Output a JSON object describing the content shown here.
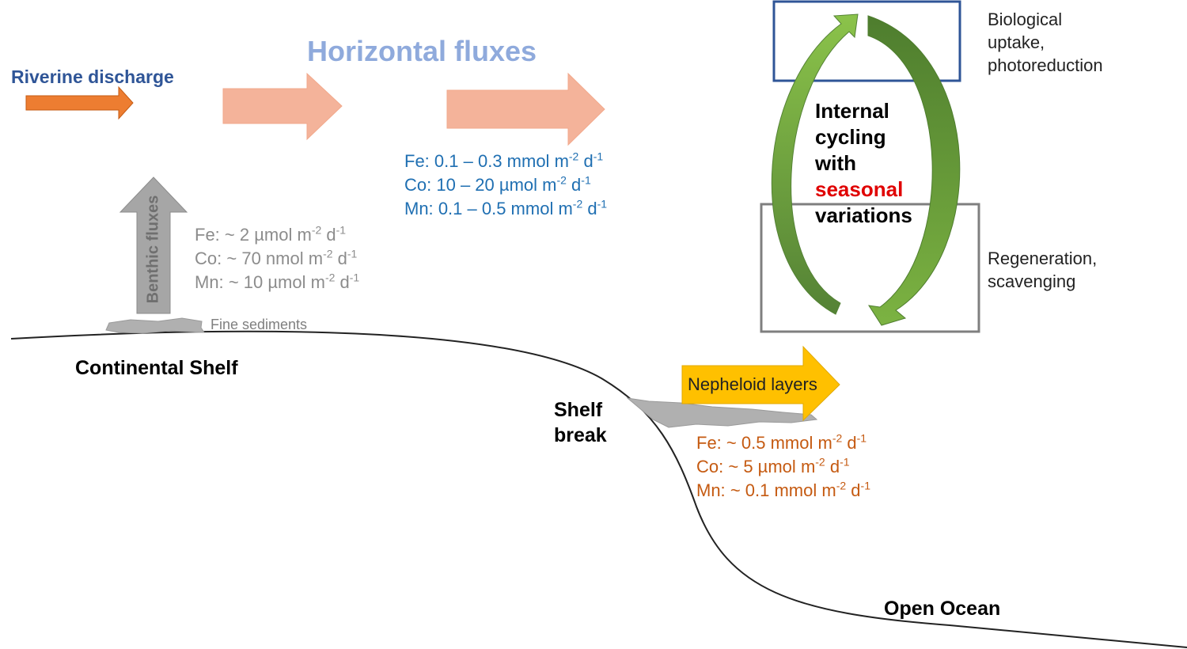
{
  "labels": {
    "riverine": "Riverine discharge",
    "horizontal": "Horizontal fluxes",
    "benthic": "Benthic fluxes",
    "fine_sediments": "Fine sediments",
    "continental_shelf": "Continental Shelf",
    "shelf_break_line1": "Shelf",
    "shelf_break_line2": "break",
    "open_ocean": "Open Ocean",
    "nepheloid": "Nepheloid layers",
    "bio_line1": "Biological",
    "bio_line2": "uptake,",
    "bio_line3": "photoreduction",
    "regen_line1": "Regeneration,",
    "regen_line2": "scavenging",
    "internal_line1": "Internal",
    "internal_line2": "cycling",
    "internal_line3": "with",
    "internal_line4": "seasonal",
    "internal_line5": "variations"
  },
  "fluxes": {
    "unit_area": "m",
    "unit_area_exp": "-2",
    "unit_time": "d",
    "unit_time_exp": "-1",
    "benthic": [
      {
        "element": "Fe:",
        "value": "~ 2 µmol"
      },
      {
        "element": "Co:",
        "value": "~ 70 nmol"
      },
      {
        "element": "Mn:",
        "value": "~ 10 µmol"
      }
    ],
    "horizontal": [
      {
        "element": "Fe:",
        "value": "0.1 – 0.3 mmol"
      },
      {
        "element": "Co:",
        "value": "10 – 20 µmol"
      },
      {
        "element": "Mn:",
        "value": "0.1 – 0.5 mmol"
      }
    ],
    "nepheloid": [
      {
        "element": "Fe:",
        "value": "~ 0.5 mmol"
      },
      {
        "element": "Co:",
        "value": "~ 5 µmol"
      },
      {
        "element": "Mn:",
        "value": "~ 0.1 mmol"
      }
    ]
  },
  "colors": {
    "riverine_arrow": "#ed7d31",
    "horizontal_arrow": "#f4b39a",
    "benthic_arrow": "#a6a6a6",
    "nepheloid_arrow": "#ffc000",
    "cycle_green_light": "#70ad47",
    "cycle_green_dark": "#548235",
    "top_box": "#2f5597",
    "bottom_box": "#7f7f7f",
    "sediment": "#b0b0b0",
    "seafloor": "#222222"
  }
}
